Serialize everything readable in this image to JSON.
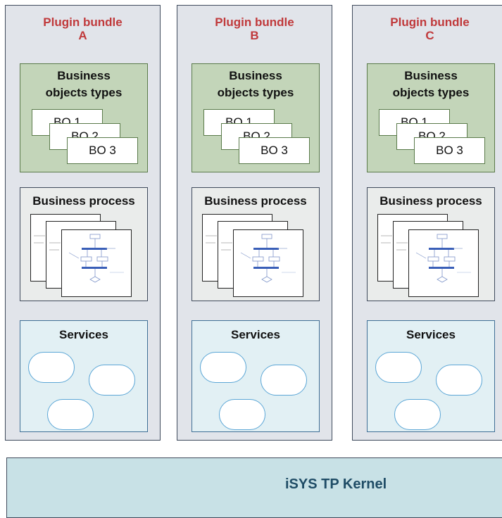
{
  "bundles": [
    {
      "title_line1": "Plugin bundle",
      "title_line2": "A",
      "bo_title_line1": "Business",
      "bo_title_line2": "objects types",
      "bo_items": [
        "BO 1",
        "BO 2",
        "BO 3"
      ],
      "bp_title": "Business process",
      "services_title": "Services"
    },
    {
      "title_line1": "Plugin bundle",
      "title_line2": "B",
      "bo_title_line1": "Business",
      "bo_title_line2": "objects types",
      "bo_items": [
        "BO 1",
        "BO 2",
        "BO 3"
      ],
      "bp_title": "Business process",
      "services_title": "Services"
    },
    {
      "title_line1": "Plugin bundle",
      "title_line2": "C",
      "bo_title_line1": "Business",
      "bo_title_line2": "objects types",
      "bo_items": [
        "BO 1",
        "BO 2",
        "BO 3"
      ],
      "bp_title": "Business process",
      "services_title": "Services"
    }
  ],
  "kernel": {
    "label": "iSYS TP Kernel"
  },
  "colors": {
    "bundle_title": "#c0393b",
    "bo_section": "#c3d5b9",
    "services_section": "#e2f0f4",
    "kernel": "#c8e1e6",
    "kernel_text": "#1f4c66"
  }
}
